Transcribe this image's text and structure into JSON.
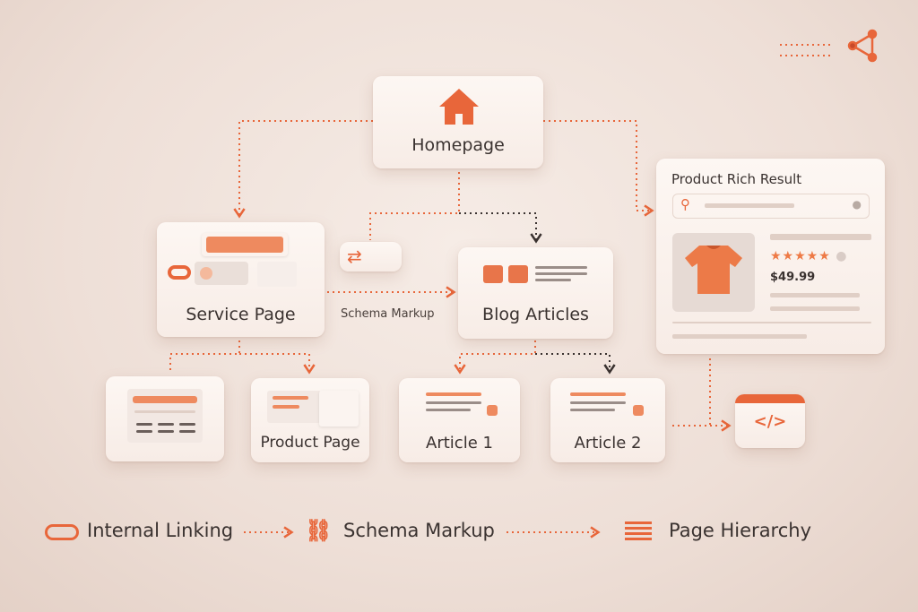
{
  "nodes": {
    "homepage": "Homepage",
    "service_page": "Service Page",
    "blog_articles": "Blog Articles",
    "product_page": "Product Page",
    "article_1": "Article 1",
    "article_2": "Article 2"
  },
  "edge_label": "Schema Markup",
  "rich_result": {
    "title": "Product Rich Result",
    "rating_stars": 5,
    "price": "$49.99"
  },
  "legend": [
    {
      "icon": "link-icon",
      "label": "Internal Linking"
    },
    {
      "icon": "broken-link-icon",
      "label": "Schema Markup"
    },
    {
      "icon": "list-hierarchy-icon",
      "label": "Page Hierarchy"
    }
  ],
  "colors": {
    "accent": "#e8663a",
    "dark_arrow": "#3a3230"
  }
}
